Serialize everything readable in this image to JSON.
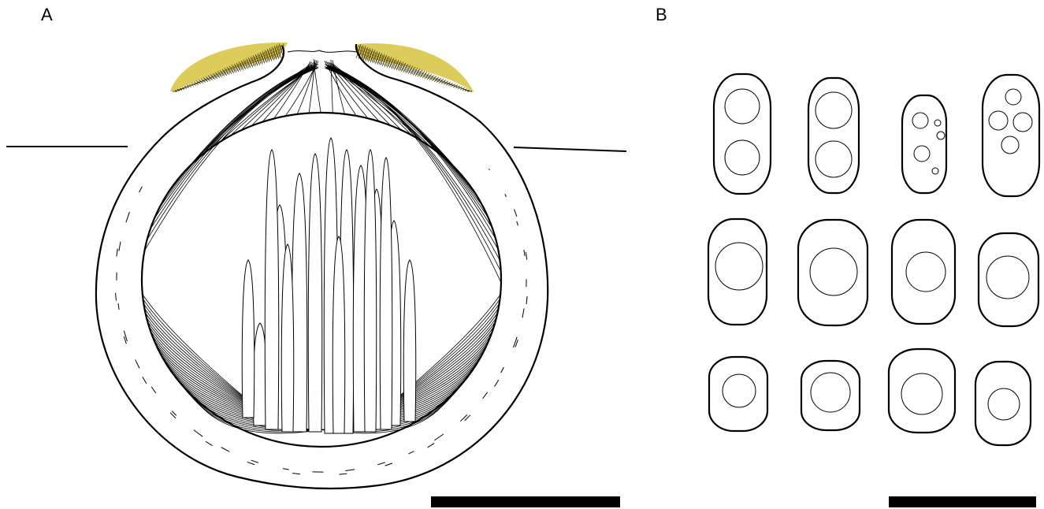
{
  "panels": [
    {
      "label": "A"
    },
    {
      "label": "B"
    }
  ],
  "colors": {
    "ink": "#000000",
    "paper": "#ffffff",
    "clypeus_yellow": "#d8c64a"
  },
  "panel_b": {
    "spore_rows": 3,
    "spores_per_row": 4
  }
}
